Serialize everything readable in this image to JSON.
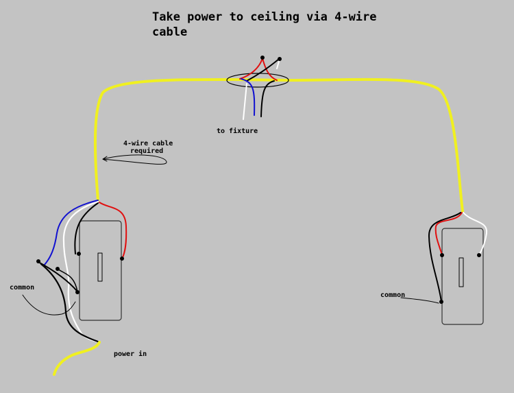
{
  "title_line1": "Take power to ceiling via 4-wire",
  "title_line2": "cable",
  "labels": {
    "to_fixture": "to fixture",
    "cable_note_1": "4-wire cable",
    "cable_note_2": "required",
    "common_left": "common",
    "common_right": "common",
    "power_in": "power in"
  },
  "colors": {
    "background": "#c3c3c3",
    "hot": "#000000",
    "neutral": "#ffffff",
    "traveler_red": "#e01010",
    "traveler_blue": "#1010d0",
    "cable": "#f0f020"
  }
}
